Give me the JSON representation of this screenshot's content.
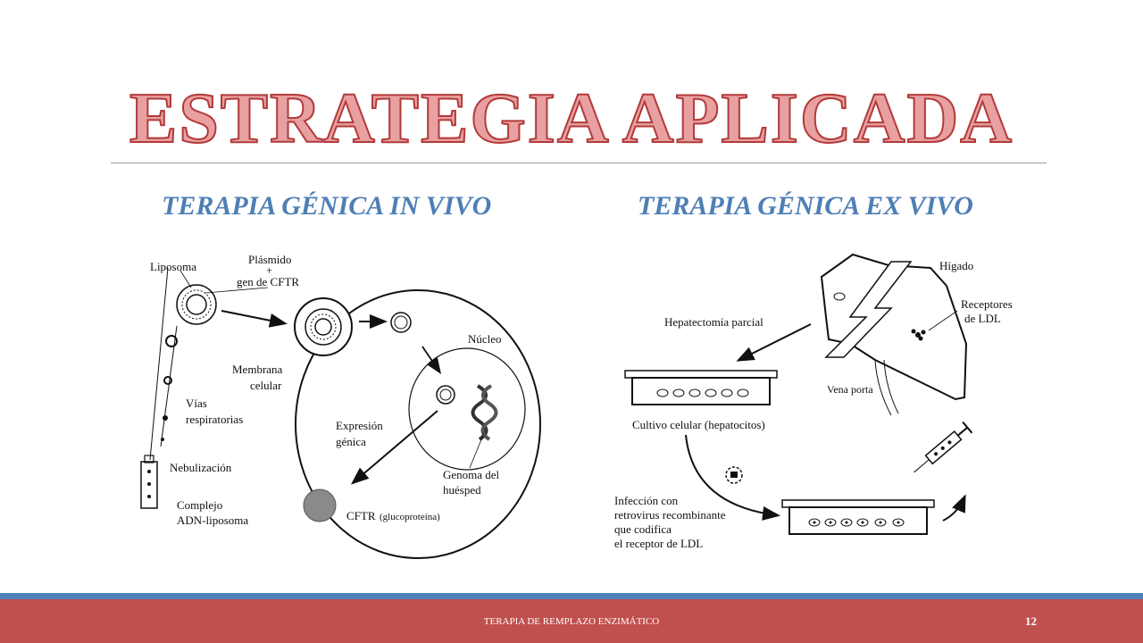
{
  "slide": {
    "title": "ESTRATEGIA APLICADA",
    "subtitle_left": "TERAPIA GÉNICA IN VIVO",
    "subtitle_right": "TERAPIA GÉNICA EX VIVO"
  },
  "diagram_in_vivo": {
    "liposoma": "Liposoma",
    "plasmido": "Plásmido",
    "plus": "+",
    "gen": "gen de CFTR",
    "nucleo": "Núcleo",
    "membrana": "Membrana",
    "celular": "celular",
    "vias": "Vías",
    "respiratorias": "respiratorias",
    "expresion": "Expresión",
    "genica": "génica",
    "nebulizacion": "Nebulización",
    "genoma": "Genoma del",
    "huesped": "huésped",
    "complejo": "Complejo",
    "adn_liposoma": "ADN-liposoma",
    "cftr": "CFTR",
    "glucoproteina": "(glucoproteína)"
  },
  "diagram_ex_vivo": {
    "higado": "Hígado",
    "receptores": "Receptores",
    "de_ldl": "de LDL",
    "hepatectomia": "Hepatectomía parcial",
    "vena_porta": "Vena porta",
    "cultivo": "Cultivo celular (hepatocitos)",
    "infeccion": "Infección con",
    "retrovirus": "retrovirus recombinante",
    "que_codifica": "que codifica",
    "receptor": "el receptor de LDL"
  },
  "footer": {
    "text": "TERAPIA DE REMPLAZO ENZIMÁTICO",
    "page": "12"
  },
  "colors": {
    "title_fill": "#e8a0a0",
    "title_stroke": "#b23a3a",
    "subtitle": "#4e7fb5",
    "footer_blue": "#4f81bd",
    "footer_red": "#c0504d"
  }
}
